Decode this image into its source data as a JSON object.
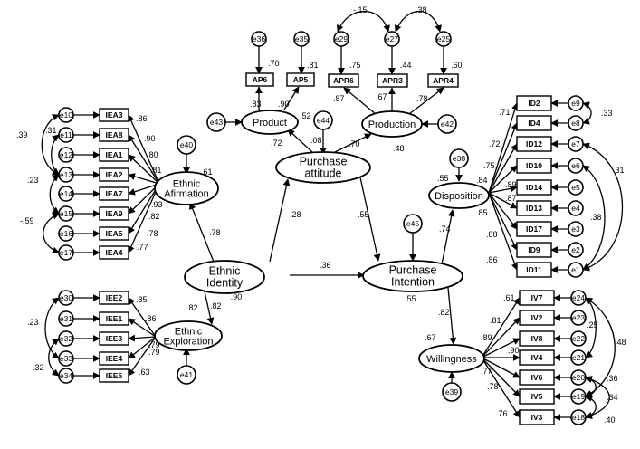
{
  "latents": [
    {
      "id": "ethnic_identity",
      "lines": [
        "Ethnic",
        "Identity"
      ],
      "r2": ".90"
    },
    {
      "id": "ethnic_affirmation",
      "lines": [
        "Ethnic",
        "Afirmation"
      ],
      "r2": ".61"
    },
    {
      "id": "ethnic_exploration",
      "lines": [
        "Ethnic",
        "Exploration"
      ],
      "r2": ".82"
    },
    {
      "id": "purchase_attitude",
      "lines": [
        "Purchase",
        "attitude"
      ],
      "r2": ".08"
    },
    {
      "id": "product",
      "lines": [
        "Product"
      ],
      "r2": ".72"
    },
    {
      "id": "production",
      "lines": [
        "Production"
      ],
      "r2": ".48"
    },
    {
      "id": "purchase_intention",
      "lines": [
        "Purchase",
        "Intention"
      ],
      "r2": ".55"
    },
    {
      "id": "disposition",
      "lines": [
        "Disposition"
      ],
      "r2": ".55"
    },
    {
      "id": "willingness",
      "lines": [
        "Willingness"
      ],
      "r2": ".67"
    }
  ],
  "observed": {
    "affirmation": [
      {
        "name": "IEA3",
        "error": "e10",
        "loading": ".86"
      },
      {
        "name": "IEA8",
        "error": "e11",
        "loading": ".90"
      },
      {
        "name": "IEA1",
        "error": "e12",
        "loading": ".80"
      },
      {
        "name": "IEA2",
        "error": "e13",
        "loading": ".81"
      },
      {
        "name": "IEA7",
        "error": "e14",
        "loading": ".93"
      },
      {
        "name": "IEA9",
        "error": "e15",
        "loading": ".82"
      },
      {
        "name": "IEA5",
        "error": "e16",
        "loading": ".78"
      },
      {
        "name": "IEA4",
        "error": "e17",
        "loading": ".77"
      }
    ],
    "exploration": [
      {
        "name": "IEE2",
        "error": "e30",
        "loading": ".85"
      },
      {
        "name": "IEE1",
        "error": "e31",
        "loading": ".86"
      },
      {
        "name": "IEE3",
        "error": "e32",
        "loading": ".79"
      },
      {
        "name": "IEE4",
        "error": "e33",
        "loading": ".79"
      },
      {
        "name": "IEE5",
        "error": "e34",
        "loading": ".63"
      }
    ],
    "product": [
      {
        "name": "AP6",
        "error": "e36",
        "loading": ".83",
        "r2": ".70"
      },
      {
        "name": "AP5",
        "error": "e35",
        "loading": ".90",
        "r2": ".81"
      }
    ],
    "production": [
      {
        "name": "APR6",
        "error": "e29",
        "loading": ".87",
        "r2": ".75"
      },
      {
        "name": "APR3",
        "error": "e27",
        "loading": ".67",
        "r2": ".44"
      },
      {
        "name": "APR4",
        "error": "e25",
        "loading": ".78",
        "r2": ".60"
      }
    ],
    "disposition": [
      {
        "name": "ID2",
        "error": "e9",
        "loading": ".71"
      },
      {
        "name": "ID4",
        "error": "e8",
        "loading": ""
      },
      {
        "name": "ID12",
        "error": "e7",
        "loading": ".72"
      },
      {
        "name": "ID10",
        "error": "e6",
        "loading": ".75"
      },
      {
        "name": "ID14",
        "error": "e5",
        "loading": ".89"
      },
      {
        "name": "ID13",
        "error": "e4",
        "loading": ".87"
      },
      {
        "name": "ID17",
        "error": "e3",
        "loading": ".85"
      },
      {
        "name": "ID9",
        "error": "e2",
        "loading": ".88"
      },
      {
        "name": "ID11",
        "error": "e1",
        "loading": ".86"
      }
    ],
    "willingness": [
      {
        "name": "IV7",
        "error": "e24",
        "loading": ".61"
      },
      {
        "name": "IV2",
        "error": "e23",
        "loading": ".81"
      },
      {
        "name": "IV8",
        "error": "e22",
        "loading": ".89"
      },
      {
        "name": "IV4",
        "error": "e21",
        "loading": ".90"
      },
      {
        "name": "IV6",
        "error": "e20",
        "loading": ".77"
      },
      {
        "name": "IV5",
        "error": "e19",
        "loading": ".78"
      },
      {
        "name": "IV3",
        "error": "e18",
        "loading": ".76"
      }
    ]
  },
  "structural_errors": {
    "affirmation": "e40",
    "exploration": "e41",
    "product": "e43",
    "attitude": "e44",
    "production": "e42",
    "intention": "e45",
    "disposition": "e38",
    "willingness": "e39"
  },
  "paths": {
    "identity_affirmation": ".78",
    "identity_exploration": ".82",
    "identity_attitude": ".28",
    "identity_intention": ".36",
    "attitude_intention": ".55",
    "attitude_product": ".52",
    "attitude_production": ".70",
    "intention_disposition": ".74",
    "intention_willingness": ".82",
    "disposition_id2": ".84"
  },
  "covariances": {
    "e10_e13": ".39",
    "e11_e13": ".31",
    "e13_e15": ".23",
    "e15_e17": "-.59",
    "e30_e33": ".23",
    "e32_e34": ".32",
    "e29_e27": "-.15",
    "e27_e25": ".38",
    "e9_e8": ".33",
    "e7_e1": ".31",
    "e6_e1": ".38",
    "e24_e21": ".25",
    "e24_e19": ".48",
    "e20_e19": ".36",
    "e20_e18": ".34",
    "e19_e18": ".40"
  }
}
